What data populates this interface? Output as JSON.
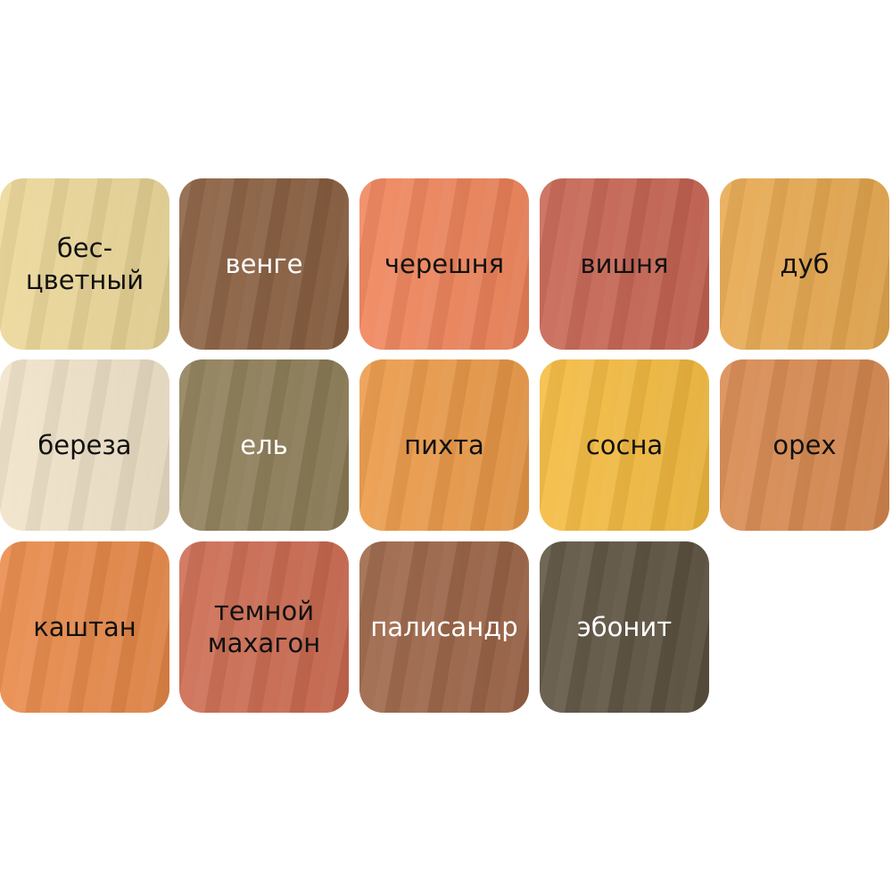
{
  "swatches": [
    {
      "label": "бес-\nцветный",
      "color": "#ecd797",
      "text_color": "#111111"
    },
    {
      "label": "венге",
      "color": "#8a5f40",
      "text_color": "#ffffff"
    },
    {
      "label": "черешня",
      "color": "#f0845a",
      "text_color": "#111111"
    },
    {
      "label": "вишня",
      "color": "#c86452",
      "text_color": "#111111"
    },
    {
      "label": "дуб",
      "color": "#e8a94f",
      "text_color": "#111111"
    },
    {
      "label": "береза",
      "color": "#f1e3c9",
      "text_color": "#111111"
    },
    {
      "label": "ель",
      "color": "#8e7d57",
      "text_color": "#ffffff"
    },
    {
      "label": "пихта",
      "color": "#ec9a47",
      "text_color": "#111111"
    },
    {
      "label": "сосна",
      "color": "#f5bb3e",
      "text_color": "#111111"
    },
    {
      "label": "орех",
      "color": "#d9894f",
      "text_color": "#111111"
    },
    {
      "label": "каштан",
      "color": "#e98948",
      "text_color": "#111111"
    },
    {
      "label": "темной\nмахагон",
      "color": "#cd6a50",
      "text_color": "#111111"
    },
    {
      "label": "палисандр",
      "color": "#9c6446",
      "text_color": "#ffffff"
    },
    {
      "label": "эбонит",
      "color": "#5d5240",
      "text_color": "#ffffff"
    }
  ]
}
